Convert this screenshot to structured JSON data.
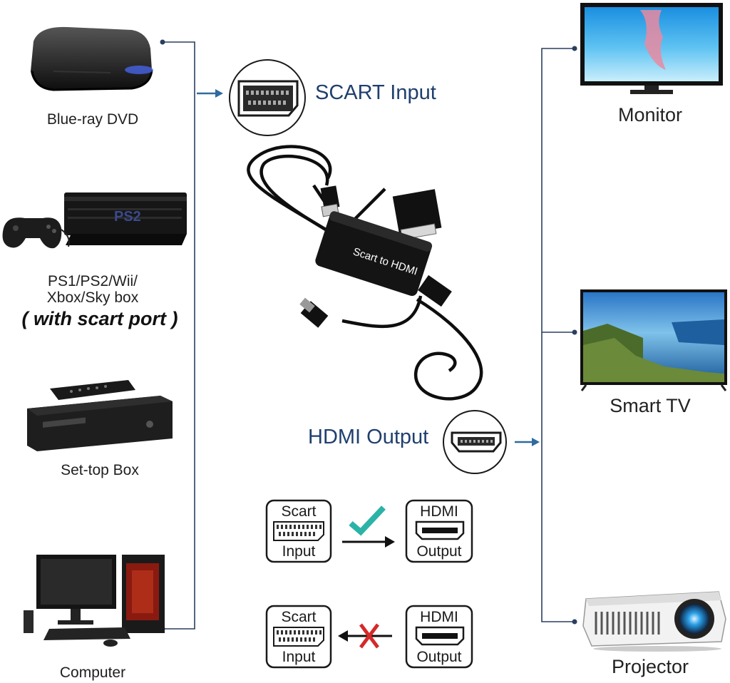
{
  "left_devices": [
    {
      "label": "Blue-ray DVD"
    },
    {
      "label_lines": [
        "PS1/PS2/Wii/",
        "Xbox/Sky box"
      ],
      "note": "( with scart port )"
    },
    {
      "label": "Set-top Box"
    },
    {
      "label": "Computer"
    }
  ],
  "right_devices": [
    {
      "label": "Monitor"
    },
    {
      "label": "Smart TV"
    },
    {
      "label": "Projector"
    }
  ],
  "adapter": {
    "input_label": "SCART Input",
    "output_label": "HDMI Output",
    "body_text": "Scart to HDMI"
  },
  "direction_rows": [
    {
      "left_top": "Scart",
      "left_bottom": "Input",
      "right_top": "HDMI",
      "right_bottom": "Output",
      "status": "supported",
      "status_color": "#2bb3a8"
    },
    {
      "left_top": "Scart",
      "left_bottom": "Input",
      "right_top": "HDMI",
      "right_bottom": "Output",
      "status": "not-supported",
      "status_color": "#d42a2a"
    }
  ],
  "colors": {
    "connector_line": "#2a3f5f",
    "arrow": "#2f6aa0",
    "label_blue": "#1f3f6e"
  }
}
